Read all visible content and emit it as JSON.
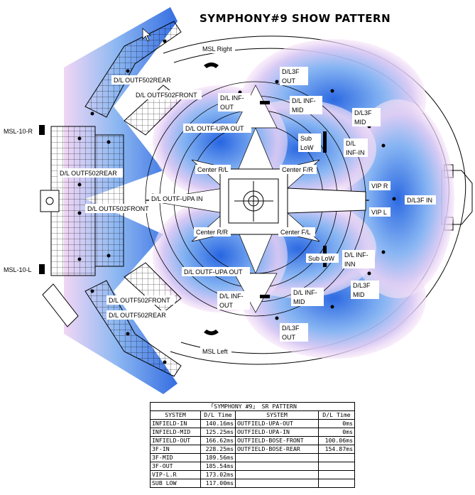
{
  "title": "SYMPHONY#9 SHOW PATTERN",
  "labels": {
    "msl_right": "MSL Right",
    "msl_left": "MSL Left",
    "msl_10_r": "MSL-10-R",
    "msl_10_l": "MSL-10-L",
    "dl_3f_out_top": [
      "D/L3F",
      "OUT"
    ],
    "dl_3f_mid_top": [
      "D/L3F",
      "MID"
    ],
    "dl_inf_out_top": [
      "D/L INF-",
      "OUT"
    ],
    "dl_inf_mid_top": [
      "D/L INF-",
      "MID"
    ],
    "dl_inf_in_top": [
      "D/L",
      "INF-IN"
    ],
    "sub_low_top": [
      "Sub",
      "LoW"
    ],
    "outf502rear_top": "D/L OUTF502REAR",
    "outf502front_top": "D/L OUTF502FRONT",
    "outf_upa_out_top": "D/L OUTF-UPA OUT",
    "outf502rear_mid": "D/L OUTF502REAR",
    "outf_upa_in": "D/L OUTF-UPA IN",
    "outf502front_mid": "D/L OUTF502FRONT",
    "outf_upa_out_bottom": "D/L OUTF-UPA OUT",
    "outf502front_bottom": "D/L OUTF502FRONT",
    "outf502rear_bottom": "D/L OUTF502REAR",
    "center_rl": "Center R/L",
    "center_fr": "Center F/R",
    "center_rr": "Center R/R",
    "center_fl": "Center F/L",
    "vip_r": "VIP R",
    "vip_l": "VIP L",
    "dl_3f_in": "D/L3F IN",
    "sub_low_bottom": "Sub LoW",
    "dl_inf_inn": [
      "D/L INF-",
      "INN"
    ],
    "dl_inf_mid_bottom": [
      "D/L INF-",
      "MID"
    ],
    "dl_inf_out_bottom": [
      "D/L INF-",
      "OUT"
    ],
    "dl_3f_mid_bottom": [
      "D/L3F",
      "MID"
    ],
    "dl_3f_out_bottom": [
      "D/L3F",
      "OUT"
    ]
  },
  "table": {
    "caption": "「SYMPHONY #9」 SR PATTERN",
    "headers": [
      "SYSTEM",
      "D/L Time",
      "SYSTEM",
      "D/L Time"
    ],
    "rows": [
      [
        "INFIELD-IN",
        "140.16ms",
        "OUTFIELD-UPA-OUT",
        "0ms"
      ],
      [
        "INFIELD-MID",
        "125.25ms",
        "OUTFIELD-UPA-IN",
        "0ms"
      ],
      [
        "INFIELD-OUT",
        "166.62ms",
        "OUTFIELD-BOSE-FRONT",
        "100.06ms"
      ],
      [
        "3F-IN",
        "228.25ms",
        "OUTFIELD-BOSE-REAR",
        "154.87ms"
      ],
      [
        "3F-MID",
        "189.56ms",
        "",
        ""
      ],
      [
        "3F-OUT",
        "185.54ms",
        "",
        ""
      ],
      [
        "VIP-L.R",
        "173.02ms",
        "",
        ""
      ],
      [
        "SUB LOW",
        "117.00ms",
        "",
        ""
      ]
    ]
  },
  "colors": {
    "coverage_core": "#1c5ee0",
    "coverage_mid": "#7fb0f2",
    "coverage_edge": "#f0c8f0",
    "line": "#000000"
  }
}
